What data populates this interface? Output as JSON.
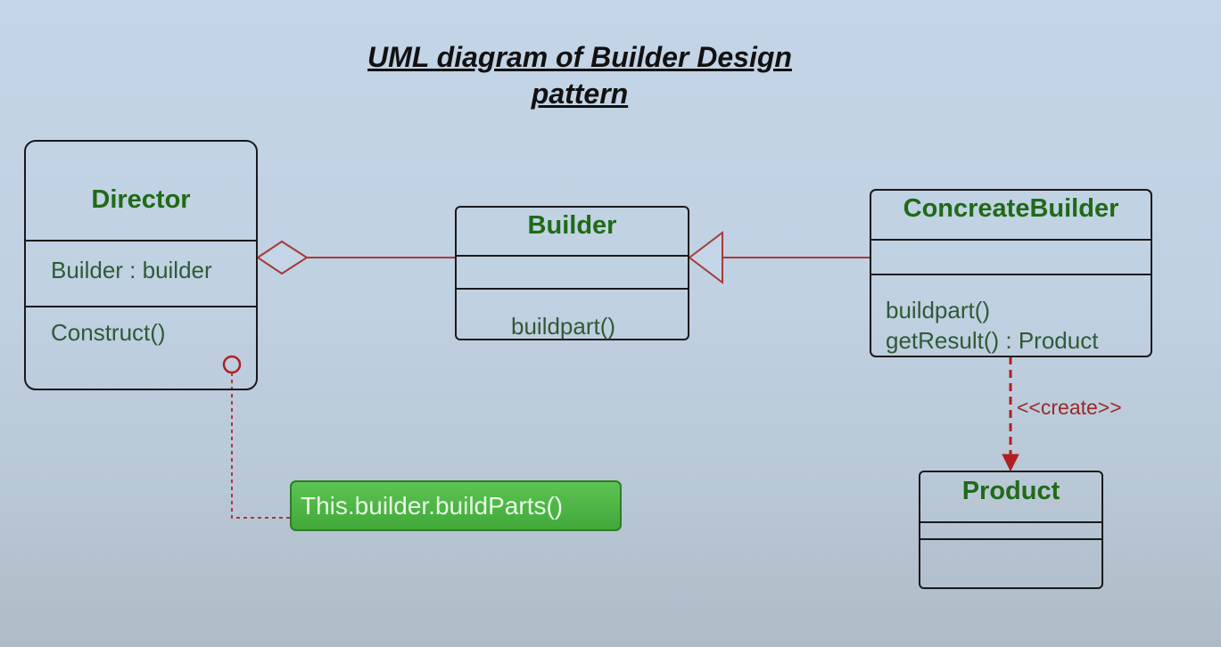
{
  "diagram": {
    "title": "UML diagram of Builder Design pattern",
    "colors": {
      "class_name": "#1f6a17",
      "member_text": "#2f5a36",
      "border": "#1a1a1a",
      "connector": "#a83a3a",
      "note_fill": "#4db844",
      "note_text": "#e9f6e6"
    }
  },
  "classes": {
    "director": {
      "name": "Director",
      "attributes": [
        "Builder : builder"
      ],
      "operations": [
        "Construct()"
      ]
    },
    "builder": {
      "name": "Builder",
      "attributes": [],
      "operations": [
        "buildpart()"
      ]
    },
    "concrete_builder": {
      "name": "ConcreateBuilder",
      "attributes": [],
      "operations": [
        "buildpart()",
        "getResult() : Product"
      ]
    },
    "product": {
      "name": "Product",
      "attributes": [],
      "operations": []
    }
  },
  "relations": {
    "director_builder": "aggregation",
    "concrete_builder_builder": "generalization",
    "concrete_builder_product": {
      "type": "dependency",
      "stereotype": "<<create>>"
    },
    "director_note": "note-link"
  },
  "note": {
    "text": "This.builder.buildParts()"
  }
}
